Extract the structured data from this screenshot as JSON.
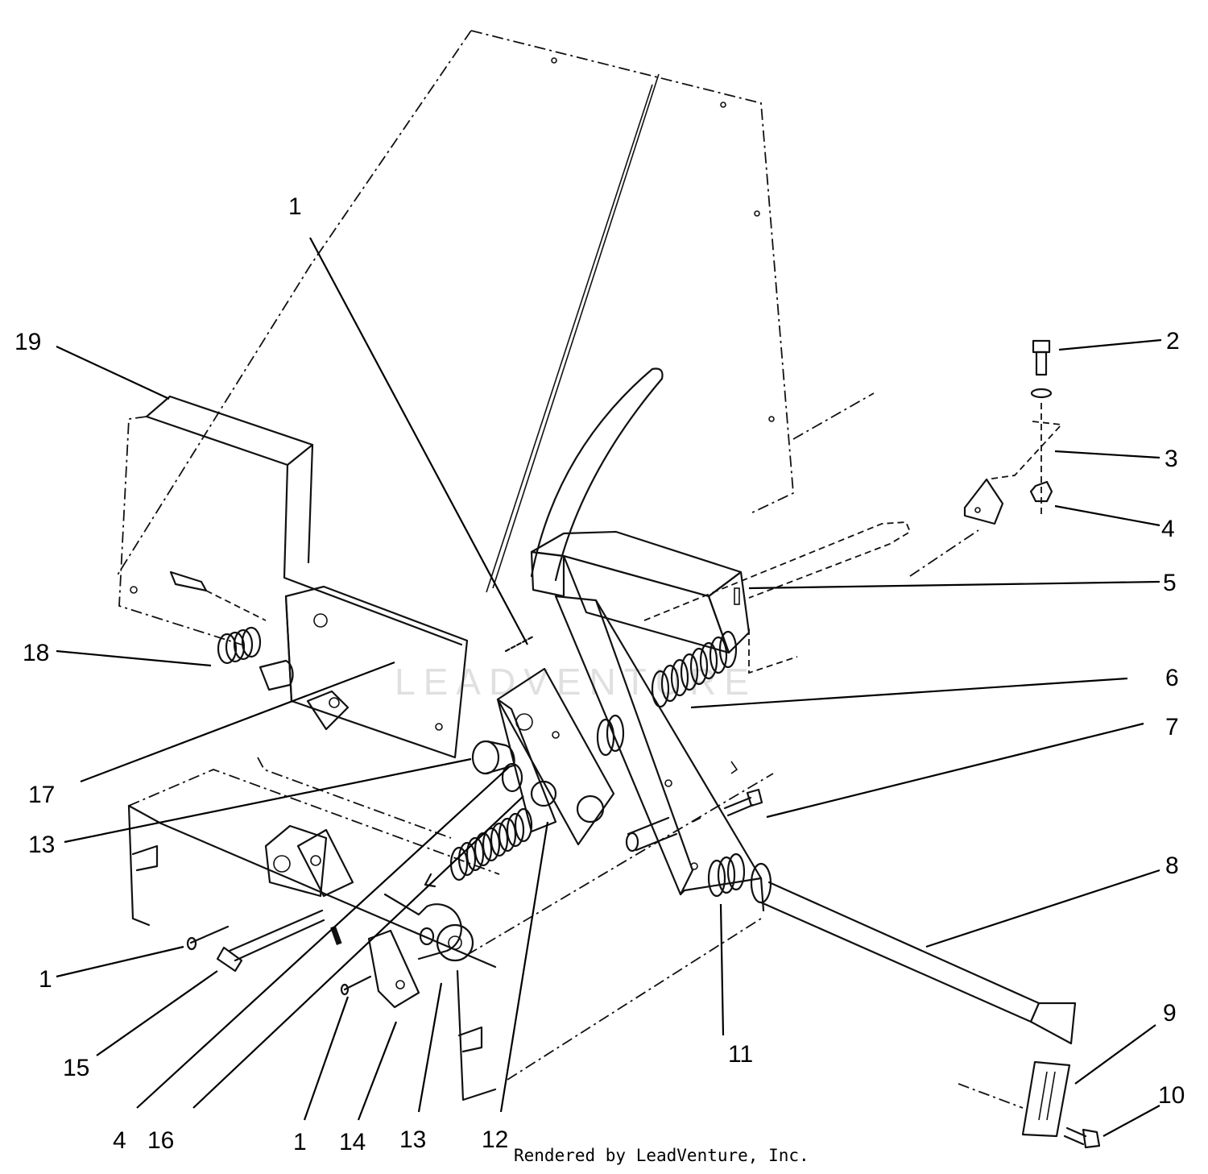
{
  "callouts": {
    "c1_top": "1",
    "c19": "19",
    "c2": "2",
    "c3": "3",
    "c4_right": "4",
    "c5": "5",
    "c18": "18",
    "c6": "6",
    "c7": "7",
    "c17": "17",
    "c13_left": "13",
    "c8": "8",
    "c1_left": "1",
    "c15": "15",
    "c11": "11",
    "c9": "9",
    "c10": "10",
    "c4_bottom": "4",
    "c16": "16",
    "c1_bottom": "1",
    "c14": "14",
    "c13_bottom": "13",
    "c12": "12"
  },
  "credit": "Rendered by LeadVenture, Inc.",
  "watermark": "LEADVENTURE"
}
